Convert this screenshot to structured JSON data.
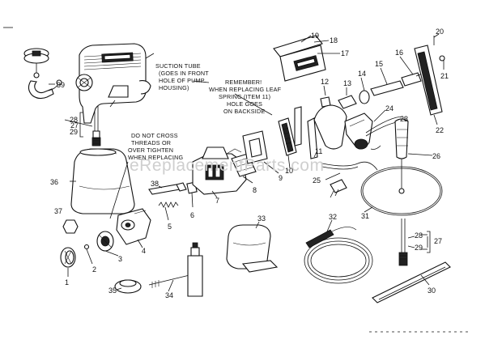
{
  "watermark": "eReplacementParts.com",
  "notes": {
    "suction_tube": [
      "SUCTION TUBE",
      "(GOES IN FRONT",
      "HOLE OF PUMP",
      "HOUSING)"
    ],
    "remember": [
      "REMEMBER!",
      "WHEN REPLACING LEAF",
      "SPRING (ITEM 11)",
      "HOLE GOES",
      "ON BACKSIDE"
    ],
    "do_not_cross": [
      "DO NOT CROSS",
      "THREADS OR",
      "OVER TIGHTEN",
      "WHEN REPLACING"
    ]
  },
  "callouts": [
    "1",
    "2",
    "3",
    "4",
    "5",
    "6",
    "7",
    "8",
    "9",
    "10",
    "11",
    "12",
    "13",
    "14",
    "15",
    "16",
    "17",
    "18",
    "19",
    "20",
    "21",
    "22",
    "23",
    "24",
    "25",
    "26",
    "27",
    "28",
    "29",
    "27",
    "28",
    "29",
    "30",
    "31",
    "32",
    "33",
    "34",
    "35",
    "36",
    "37",
    "38",
    "39"
  ]
}
